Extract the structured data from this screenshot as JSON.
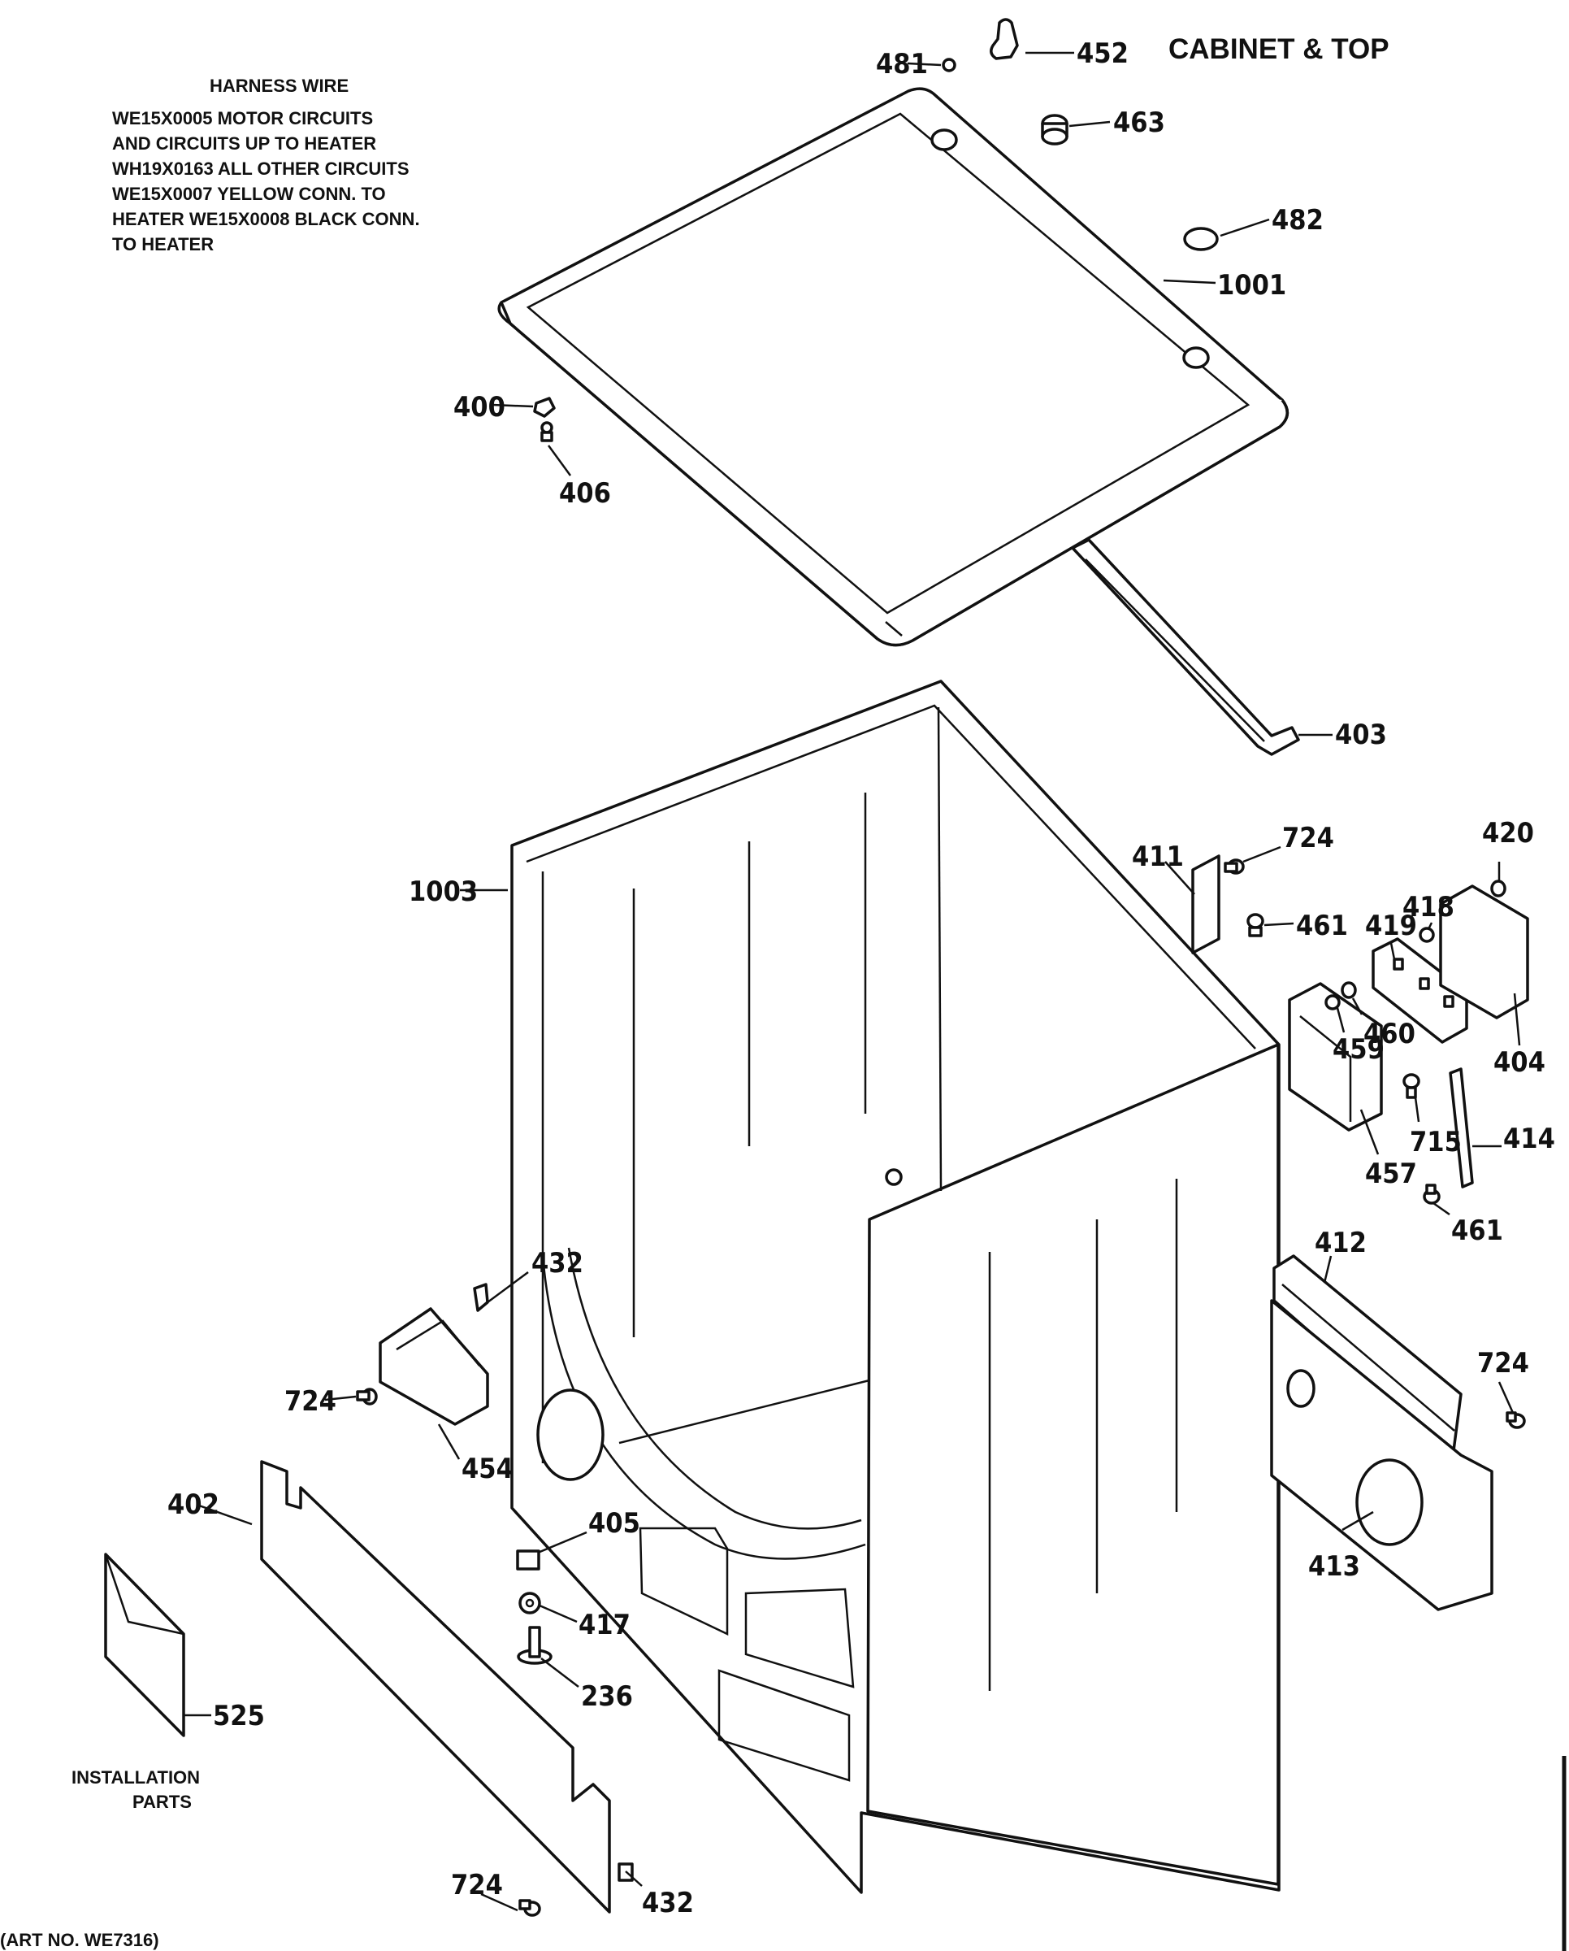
{
  "title": "CABINET & TOP",
  "harness": {
    "heading": "HARNESS WIRE",
    "lines": [
      "WE15X0005 MOTOR CIRCUITS",
      "AND CIRCUITS UP TO HEATER",
      "WH19X0163 ALL OTHER CIRCUITS",
      "WE15X0007 YELLOW CONN. TO",
      "HEATER WE15X0008 BLACK CONN.",
      "TO HEATER"
    ]
  },
  "installation": {
    "line1": "INSTALLATION",
    "line2": "PARTS"
  },
  "footer": "(ART NO. WE7316)",
  "parts": {
    "p481": "481",
    "p452": "452",
    "p463": "463",
    "p482": "482",
    "p1001": "1001",
    "p400": "400",
    "p406": "406",
    "p403": "403",
    "p1003": "1003",
    "p411": "411",
    "p724a": "724",
    "p420": "420",
    "p419": "419",
    "p418": "418",
    "p461a": "461",
    "p460": "460",
    "p459": "459",
    "p404": "404",
    "p715": "715",
    "p414": "414",
    "p457": "457",
    "p461b": "461",
    "p412": "412",
    "p724b": "724",
    "p432a": "432",
    "p724c": "724",
    "p454": "454",
    "p402": "402",
    "p405": "405",
    "p417": "417",
    "p236": "236",
    "p525": "525",
    "p413": "413",
    "p724d": "724",
    "p432b": "432"
  }
}
